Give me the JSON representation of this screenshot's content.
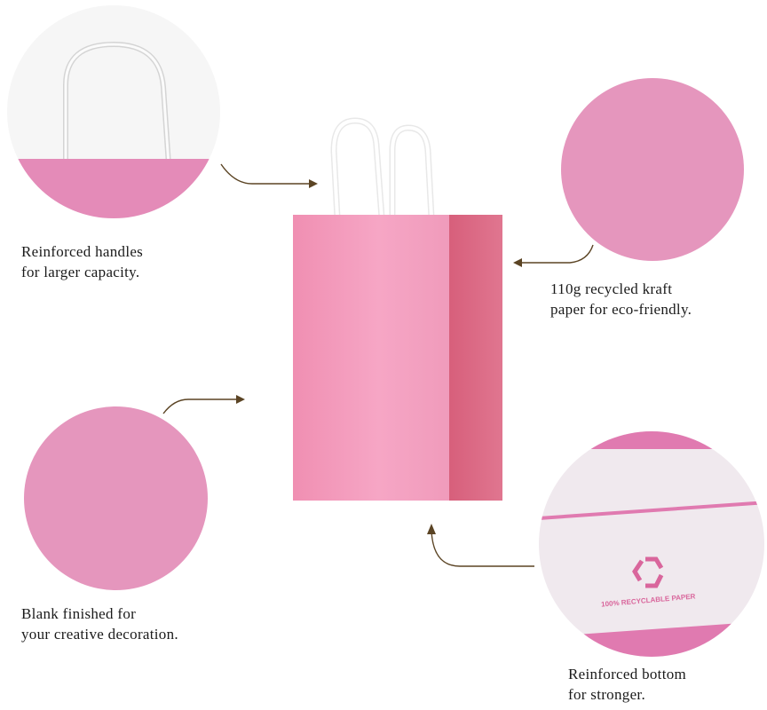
{
  "colors": {
    "background": "#ffffff",
    "pink_circle": "#e596bd",
    "bag_front": "#f29ebf",
    "bag_side": "#dd6c84",
    "handle": "#ffffff",
    "arrow": "#5b4424",
    "text": "#1a1a1a",
    "recycle_print": "#d9669c"
  },
  "features": [
    {
      "id": "handles",
      "icon": "handle-closeup",
      "caption_lines": [
        "Reinforced handles",
        "for larger capacity."
      ]
    },
    {
      "id": "paper",
      "icon": "pink-paper-swatch",
      "caption_lines": [
        "110g recycled kraft",
        "paper for eco-friendly."
      ]
    },
    {
      "id": "blank",
      "icon": "pink-paper-swatch",
      "caption_lines": [
        "Blank finished for",
        "your creative decoration."
      ]
    },
    {
      "id": "bottom",
      "icon": "bag-bottom-closeup",
      "caption_lines": [
        "Reinforced bottom",
        "for stronger."
      ],
      "print_text": "100% RECYCLABLE PAPER"
    }
  ],
  "product": {
    "name": "pink kraft paper gift bag",
    "icon": "shopping-bag"
  }
}
